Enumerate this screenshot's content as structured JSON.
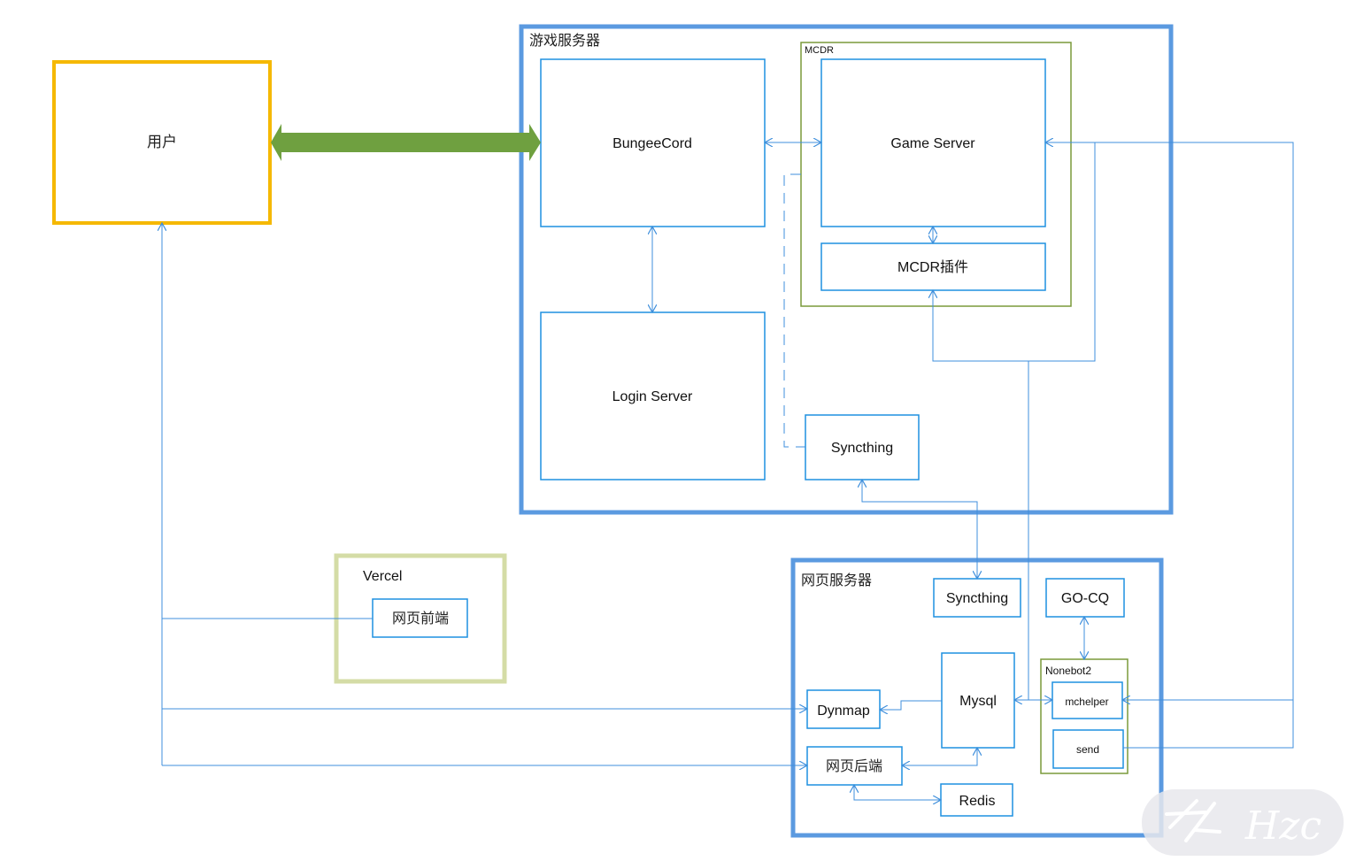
{
  "user": {
    "label": "用户"
  },
  "game_server_group": {
    "title": "游戏服务器",
    "bungeecord": "BungeeCord",
    "login_server": "Login Server",
    "syncthing": "Syncthing",
    "mcdr": {
      "title": "MCDR",
      "game_server": "Game Server",
      "mcdr_plugin": "MCDR插件"
    }
  },
  "vercel_group": {
    "title": "Vercel",
    "web_frontend": "网页前端"
  },
  "web_server_group": {
    "title": "网页服务器",
    "syncthing": "Syncthing",
    "gocq": "GO-CQ",
    "mysql": "Mysql",
    "dynmap": "Dynmap",
    "web_backend": "网页后端",
    "redis": "Redis",
    "nonebot": {
      "title": "Nonebot2",
      "mchelper": "mchelper",
      "send": "send"
    }
  },
  "watermark": {
    "text": "Hzc"
  },
  "colors": {
    "link": "#3f8fdc",
    "box": "#1e90e0",
    "group_border": "#5b9ae0",
    "user_border": "#f5b800",
    "vercel_border": "#d4dca6",
    "mcdr_border": "#7a9a3a",
    "big_arrow": "#6fa040",
    "watermark_bg": "#e8e8ec",
    "watermark_text": "#ffffff"
  }
}
